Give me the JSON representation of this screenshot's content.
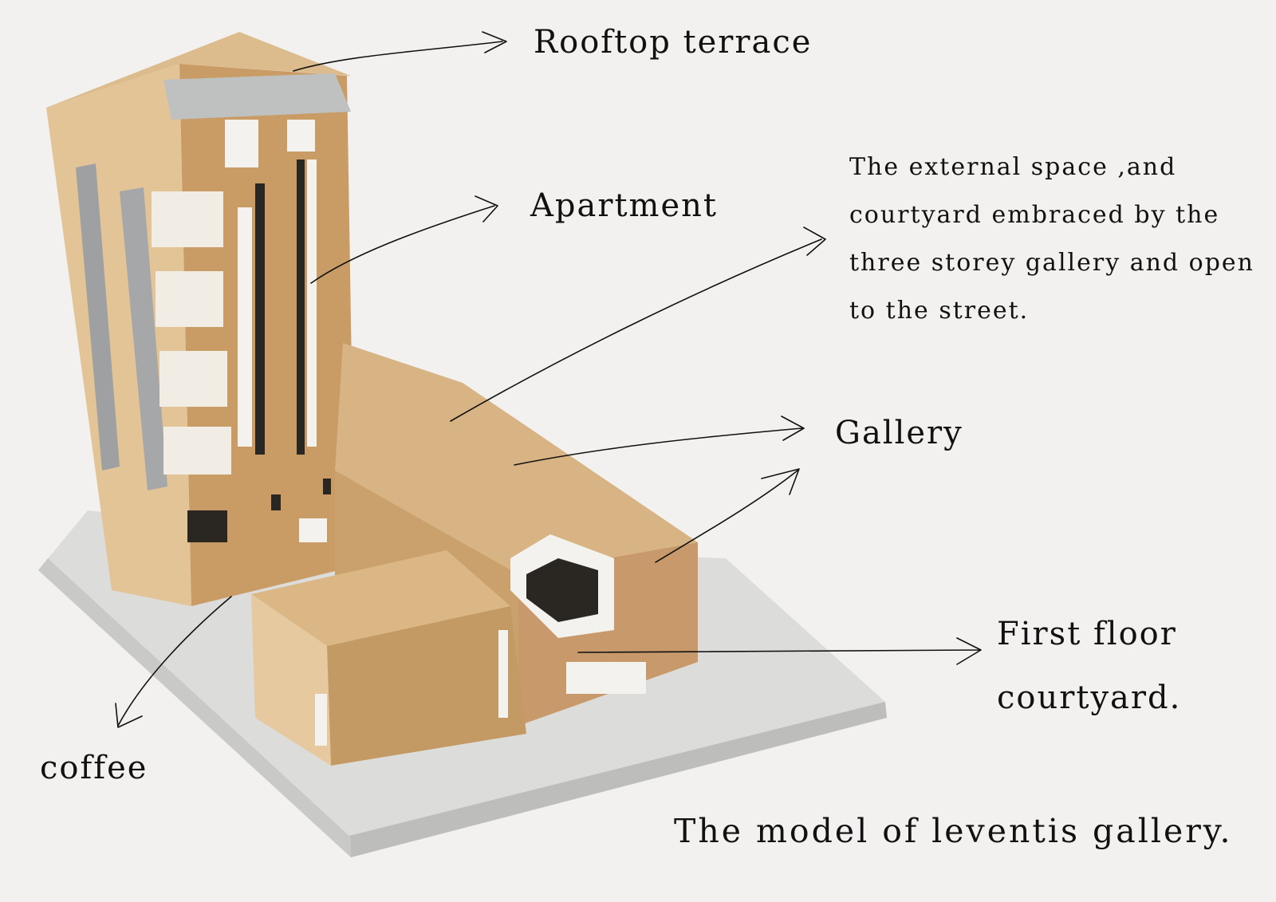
{
  "labels": {
    "rooftop_terrace": "Rooftop terrace",
    "apartment": "Apartment",
    "external_space": [
      "The external space ,and",
      "courtyard embraced by the",
      "three storey gallery and open",
      "to the street."
    ],
    "gallery": "Gallery",
    "first_floor_courtyard": [
      "First floor",
      "courtyard."
    ],
    "coffee": "coffee"
  },
  "caption": "The model of leventis gallery.",
  "colors": {
    "background": "#f2f1ef",
    "model_wood": "#d9b687",
    "model_wood_dark": "#c49a64",
    "base_grey": "#d8d8d6",
    "window_white": "#f4f2ee",
    "slot_dark": "#2a2622",
    "ink": "#111111"
  }
}
